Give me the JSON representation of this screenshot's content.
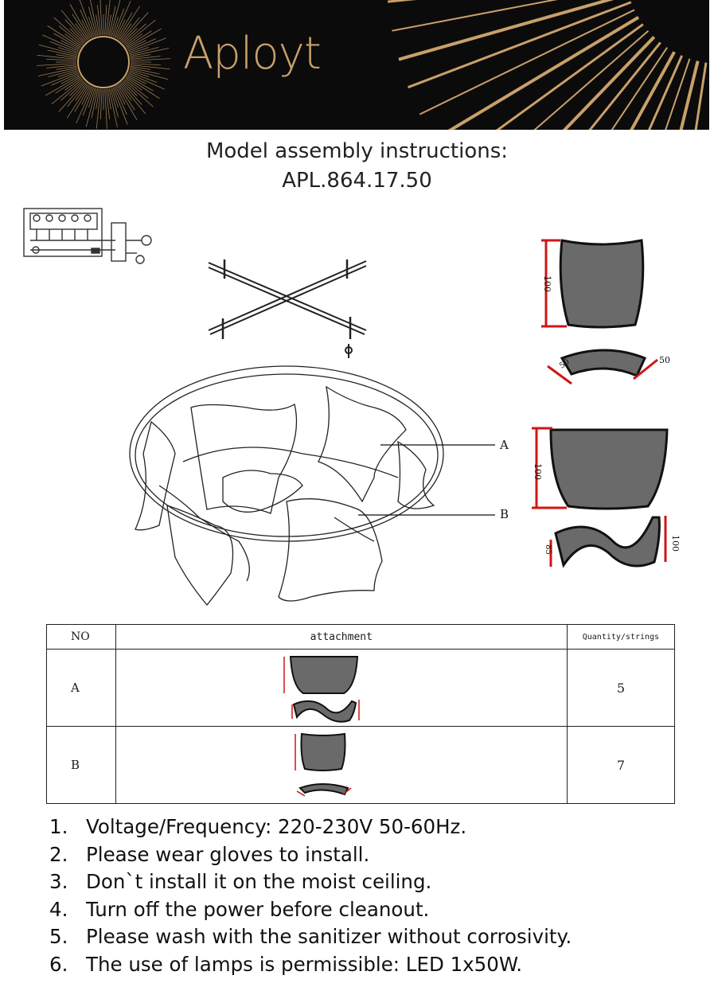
{
  "header": {
    "brand_name": "Aployt",
    "logo_icon": "sunburst-icon",
    "accent_color": "#c9a06a",
    "background_color": "#0b0b0b"
  },
  "title": {
    "line1": "Model assembly instructions:",
    "line2": "APL.864.17.50"
  },
  "diagram": {
    "label_a": "A",
    "label_b": "B",
    "dim_top_height": "100",
    "dim_top_width": "50",
    "dim_top_width_left": "50",
    "dim_bottom_height": "100",
    "dim_bottom_right": "100",
    "dim_bottom_left": "85"
  },
  "parts_table": {
    "headers": {
      "no": "NO",
      "attachment": "attachment",
      "quantity": "Quantity/strings"
    },
    "rows": [
      {
        "no": "A",
        "quantity": "5"
      },
      {
        "no": "B",
        "quantity": "7"
      }
    ]
  },
  "notes": [
    {
      "num": "1.",
      "text": "Voltage/Frequency: 220-230V 50-60Hz."
    },
    {
      "num": "2.",
      "text": "Please wear gloves to install."
    },
    {
      "num": "3.",
      "text": "Don`t install it on the moist ceiling."
    },
    {
      "num": "4.",
      "text": "Turn off the power before cleanout."
    },
    {
      "num": "5.",
      "text": "Please wash with the sanitizer without corrosivity."
    },
    {
      "num": "6.",
      "text": "The use of lamps is permissible: LED 1x50W."
    }
  ]
}
